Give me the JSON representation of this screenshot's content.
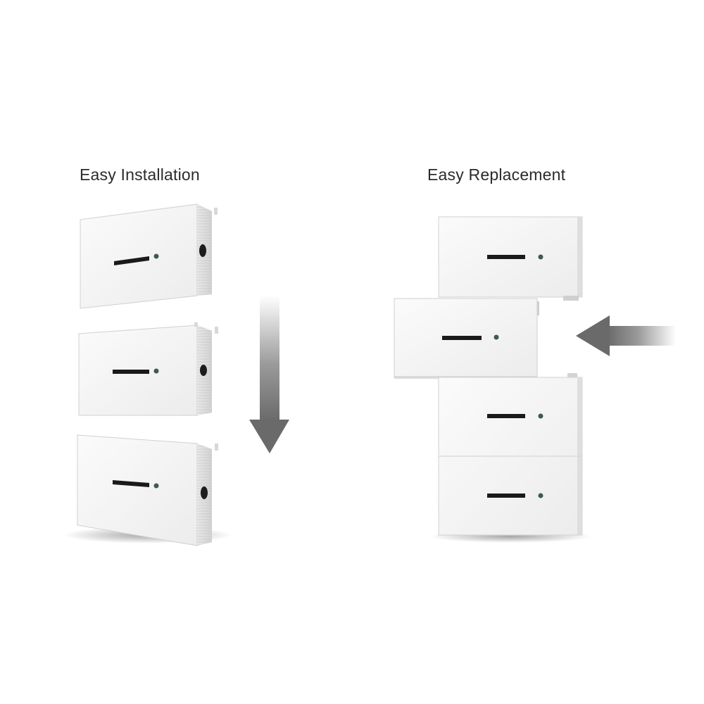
{
  "panels": {
    "installation": {
      "title": "Easy Installation"
    },
    "replacement": {
      "title": "Easy Replacement"
    }
  },
  "arrows": {
    "installation": {
      "direction": "down",
      "color": "#6f6f6f"
    },
    "replacement": {
      "direction": "left",
      "color": "#6f6f6f"
    }
  },
  "colors": {
    "module_face": "#f4f4f4",
    "module_edge": "#d6d6d6",
    "display_strip": "#1a1a1a",
    "indicator": "#3f5a4a",
    "title_text": "#2b2b2b"
  }
}
